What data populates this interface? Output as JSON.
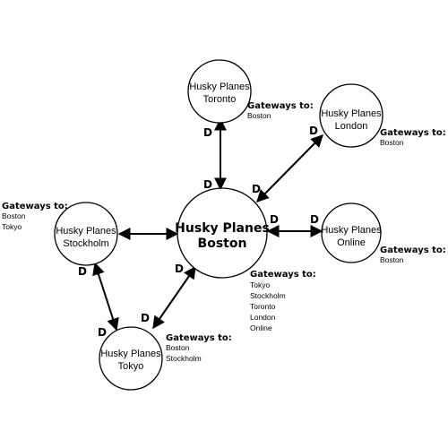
{
  "nodes": {
    "toronto": {
      "line1": "Husky Planes",
      "line2": "Toronto"
    },
    "london": {
      "line1": "Husky Planes",
      "line2": "London"
    },
    "stockholm": {
      "line1": "Husky Planes",
      "line2": "Stockholm"
    },
    "boston": {
      "line1": "Husky Planes",
      "line2": "Boston"
    },
    "online": {
      "line1": "Husky Planes",
      "line2": "Online"
    },
    "tokyo": {
      "line1": "Husky Planes",
      "line2": "Tokyo"
    }
  },
  "gateways": {
    "toronto": {
      "title": "Gateways to:",
      "items": [
        "Boston"
      ]
    },
    "london": {
      "title": "Gateways to:",
      "items": [
        "Boston"
      ]
    },
    "stockholm": {
      "title": "Gateways to:",
      "items": [
        "Boston",
        "Tokyo"
      ]
    },
    "online": {
      "title": "Gateways to:",
      "items": [
        "Boston"
      ]
    },
    "boston": {
      "title": "Gateways to:",
      "items": [
        "Tokyo",
        "Stockholm",
        "Toronto",
        "London",
        "Online"
      ]
    },
    "tokyo": {
      "title": "Gateways to:",
      "items": [
        "Boston",
        "Stockholm"
      ]
    }
  },
  "edge_label": "D"
}
